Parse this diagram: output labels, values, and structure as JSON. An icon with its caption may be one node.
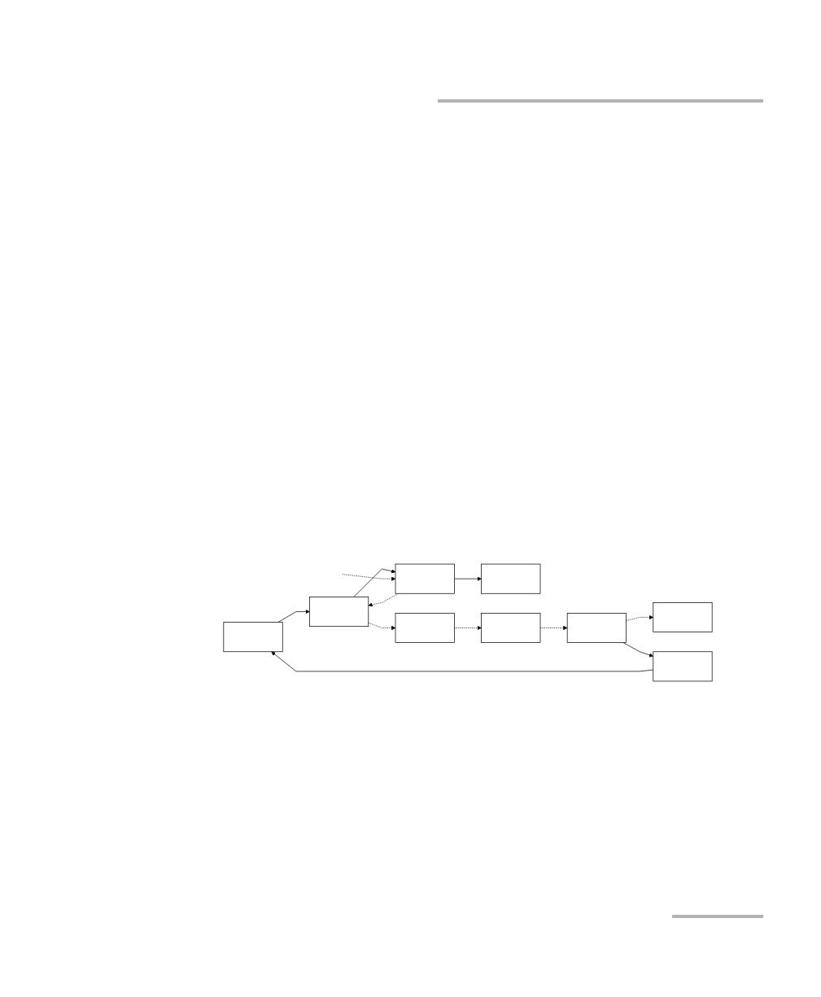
{
  "diagram": {
    "nodes": [
      {
        "text": [],
        "shape": "box"
      },
      {
        "text": [],
        "shape": "box"
      },
      {
        "text": [],
        "shape": "box"
      },
      {
        "text": [],
        "shape": "box"
      },
      {
        "text": [],
        "shape": "box"
      },
      {
        "text": [],
        "shape": "box"
      },
      {
        "text": [],
        "shape": "box"
      },
      {
        "text": [],
        "shape": "box"
      },
      {
        "text": [],
        "shape": "box"
      }
    ],
    "edges": [
      {
        "from": 0,
        "to": 1,
        "arrow": "to"
      },
      {
        "from": 1,
        "to": 2,
        "arrow": "to"
      },
      {
        "from": 2,
        "to": 1,
        "arrow": "to",
        "style": "dashed"
      },
      {
        "from": 2,
        "to": 3,
        "arrow": "to"
      },
      {
        "from": null,
        "to": 2,
        "arrow": "to",
        "style": "dashed"
      },
      {
        "from": 1,
        "to": 4,
        "arrow": "to",
        "style": "dashed"
      },
      {
        "from": 4,
        "to": 6,
        "arrow": "to",
        "style": "dashed"
      },
      {
        "from": 6,
        "to": 7,
        "arrow": "to",
        "style": "dashed"
      },
      {
        "from": 7,
        "to": 8,
        "arrow": "to",
        "style": "dashed"
      },
      {
        "from": 7,
        "to": 5,
        "arrow": "to"
      },
      {
        "from": 5,
        "to": 0,
        "arrow": "to"
      }
    ]
  }
}
